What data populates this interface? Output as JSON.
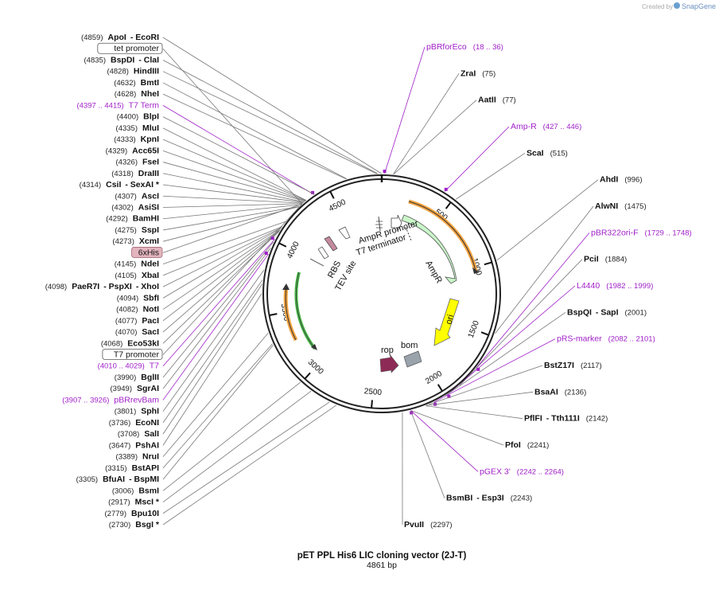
{
  "header": {
    "created_by": "Created by",
    "brand": "SnapGene"
  },
  "plasmid": {
    "name": "pET PPL His6 LIC cloning vector (2J-T)",
    "length": "4861 bp"
  },
  "colors": {
    "backbone": "#222222",
    "primer": "#a020c8",
    "ampr": "#c9f7c9",
    "ori": "#ffff00",
    "rop": "#8e2a56",
    "orange": "#f4a340",
    "green": "#4bb84b",
    "marker": "#d0a0dc"
  },
  "ticks": [
    {
      "label": "500",
      "bp": 500
    },
    {
      "label": "1000",
      "bp": 1000
    },
    {
      "label": "1500",
      "bp": 1500
    },
    {
      "label": "2000",
      "bp": 2000
    },
    {
      "label": "2500",
      "bp": 2500
    },
    {
      "label": "3000",
      "bp": 3000
    },
    {
      "label": "3500",
      "bp": 3500
    },
    {
      "label": "4000",
      "bp": 4000
    },
    {
      "label": "4500",
      "bp": 4500
    }
  ],
  "features": [
    {
      "label": "AmpR promoter",
      "icon": "promoter-arrow"
    },
    {
      "label": "AmpR",
      "icon": "cds-arrow"
    },
    {
      "label": "ori",
      "icon": "origin-arrow"
    },
    {
      "label": "rop",
      "icon": "cds-arrow"
    },
    {
      "label": "bom",
      "icon": "box"
    },
    {
      "label": "T7 terminator",
      "icon": "terminator"
    },
    {
      "label": "RBS",
      "icon": "rbs"
    },
    {
      "label": "TEV site",
      "icon": "site"
    }
  ],
  "left_labels": [
    {
      "pos": "(4859)",
      "name": "ApoI",
      "name2": "- EcoRI",
      "kind": "site"
    },
    {
      "name": "tet promoter",
      "kind": "box"
    },
    {
      "pos": "(4835)",
      "name": "BspDI",
      "name2": "- ClaI",
      "kind": "site"
    },
    {
      "pos": "(4828)",
      "name": "HindIII",
      "kind": "site"
    },
    {
      "pos": "(4632)",
      "name": "BmtI",
      "kind": "site"
    },
    {
      "pos": "(4628)",
      "name": "NheI",
      "kind": "site"
    },
    {
      "pos": "(4397 .. 4415)",
      "name": "T7 Term",
      "kind": "primer"
    },
    {
      "pos": "(4400)",
      "name": "BlpI",
      "kind": "site"
    },
    {
      "pos": "(4335)",
      "name": "MluI",
      "kind": "site"
    },
    {
      "pos": "(4333)",
      "name": "KpnI",
      "kind": "site"
    },
    {
      "pos": "(4329)",
      "name": "Acc65I",
      "kind": "site"
    },
    {
      "pos": "(4326)",
      "name": "FseI",
      "kind": "site"
    },
    {
      "pos": "(4318)",
      "name": "DraIII",
      "kind": "site"
    },
    {
      "pos": "(4314)",
      "name": "CsiI",
      "name2": "- SexAI *",
      "kind": "site"
    },
    {
      "pos": "(4307)",
      "name": "AscI",
      "kind": "site"
    },
    {
      "pos": "(4302)",
      "name": "AsiSI",
      "kind": "site"
    },
    {
      "pos": "(4292)",
      "name": "BamHI",
      "kind": "site"
    },
    {
      "pos": "(4275)",
      "name": "SspI",
      "kind": "site"
    },
    {
      "pos": "(4273)",
      "name": "XcmI",
      "kind": "site"
    },
    {
      "name": "6xHis",
      "kind": "hbox"
    },
    {
      "pos": "(4145)",
      "name": "NdeI",
      "kind": "site"
    },
    {
      "pos": "(4105)",
      "name": "XbaI",
      "kind": "site"
    },
    {
      "pos": "(4098)",
      "name": "PaeR7I",
      "name2": "- PspXI",
      "name3": "- XhoI",
      "kind": "site"
    },
    {
      "pos": "(4094)",
      "name": "SbfI",
      "kind": "site"
    },
    {
      "pos": "(4082)",
      "name": "NotI",
      "kind": "site"
    },
    {
      "pos": "(4077)",
      "name": "PacI",
      "kind": "site"
    },
    {
      "pos": "(4070)",
      "name": "SacI",
      "kind": "site"
    },
    {
      "pos": "(4068)",
      "name": "Eco53kI",
      "kind": "site"
    },
    {
      "name": "T7 promoter",
      "kind": "box"
    },
    {
      "pos": "(4010 .. 4029)",
      "name": "T7",
      "kind": "primer"
    },
    {
      "pos": "(3990)",
      "name": "BglII",
      "kind": "site"
    },
    {
      "pos": "(3949)",
      "name": "SgrAI",
      "kind": "site"
    },
    {
      "pos": "(3907 .. 3926)",
      "name": "pBRrevBam",
      "kind": "primer"
    },
    {
      "pos": "(3801)",
      "name": "SphI",
      "kind": "site"
    },
    {
      "pos": "(3736)",
      "name": "EcoNI",
      "kind": "site"
    },
    {
      "pos": "(3708)",
      "name": "SalI",
      "kind": "site"
    },
    {
      "pos": "(3647)",
      "name": "PshAI",
      "kind": "site"
    },
    {
      "pos": "(3389)",
      "name": "NruI",
      "kind": "site"
    },
    {
      "pos": "(3315)",
      "name": "BstAPI",
      "kind": "site"
    },
    {
      "pos": "(3305)",
      "name": "BfuAI",
      "name2": "- BspMI",
      "kind": "site"
    },
    {
      "pos": "(3006)",
      "name": "BsmI",
      "kind": "site"
    },
    {
      "pos": "(2917)",
      "name": "MscI *",
      "kind": "site"
    },
    {
      "pos": "(2779)",
      "name": "Bpu10I",
      "kind": "site"
    },
    {
      "pos": "(2730)",
      "name": "BsgI *",
      "kind": "site"
    }
  ],
  "right_labels": [
    {
      "name": "pBRforEco",
      "pos": "(18 .. 36)",
      "kind": "primer"
    },
    {
      "name": "ZraI",
      "pos": "(75)",
      "kind": "site"
    },
    {
      "name": "AatII",
      "pos": "(77)",
      "kind": "site"
    },
    {
      "name": "Amp-R",
      "pos": "(427 .. 446)",
      "kind": "primer"
    },
    {
      "name": "ScaI",
      "pos": "(515)",
      "kind": "site"
    },
    {
      "name": "AhdI",
      "pos": "(996)",
      "kind": "site"
    },
    {
      "name": "AlwNI",
      "pos": "(1475)",
      "kind": "site"
    },
    {
      "name": "pBR322ori-F",
      "pos": "(1729 .. 1748)",
      "kind": "primer"
    },
    {
      "name": "PciI",
      "pos": "(1884)",
      "kind": "site"
    },
    {
      "name": "L4440",
      "pos": "(1982 .. 1999)",
      "kind": "primer"
    },
    {
      "name": "BspQI",
      "name2": "- SapI",
      "pos": "(2001)",
      "kind": "site"
    },
    {
      "name": "pRS-marker",
      "pos": "(2082 .. 2101)",
      "kind": "primer"
    },
    {
      "name": "BstZ17I",
      "pos": "(2117)",
      "kind": "site"
    },
    {
      "name": "BsaAI",
      "pos": "(2136)",
      "kind": "site"
    },
    {
      "name": "PflFI",
      "name2": "- Tth111I",
      "pos": "(2142)",
      "kind": "site"
    },
    {
      "name": "PfoI",
      "pos": "(2241)",
      "kind": "site"
    },
    {
      "name": "pGEX 3'",
      "pos": "(2242 .. 2264)",
      "kind": "primer"
    },
    {
      "name": "BsmBI",
      "name2": "- Esp3I",
      "pos": "(2243)",
      "kind": "site"
    },
    {
      "name": "PvuII",
      "pos": "(2297)",
      "kind": "site"
    }
  ]
}
